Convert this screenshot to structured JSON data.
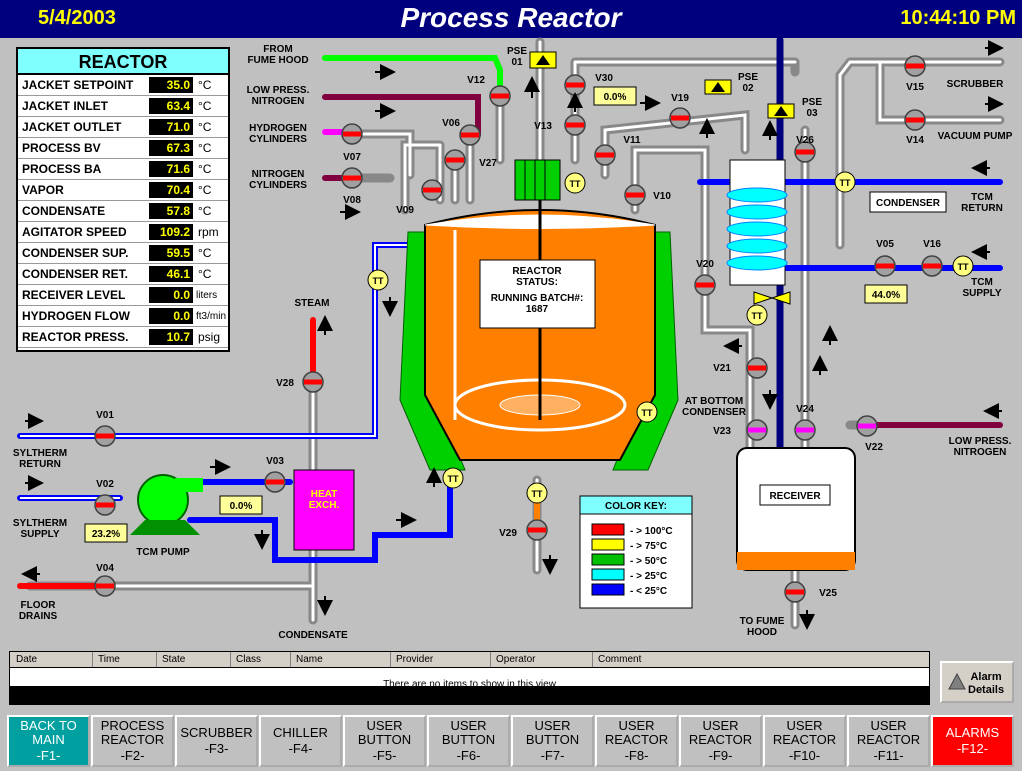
{
  "header": {
    "date": "5/4/2003",
    "title": "Process Reactor",
    "time": "10:44:10 PM"
  },
  "reactor_panel": {
    "title": "REACTOR",
    "rows": [
      {
        "label": "JACKET SETPOINT",
        "value": "35.0",
        "unit": "°C"
      },
      {
        "label": "JACKET INLET",
        "value": "63.4",
        "unit": "°C"
      },
      {
        "label": "JACKET OUTLET",
        "value": "71.0",
        "unit": "°C"
      },
      {
        "label": "PROCESS BV",
        "value": "67.3",
        "unit": "°C"
      },
      {
        "label": "PROCESS BA",
        "value": "71.6",
        "unit": "°C"
      },
      {
        "label": "VAPOR",
        "value": "70.4",
        "unit": "°C"
      },
      {
        "label": "CONDENSATE",
        "value": "57.8",
        "unit": "°C"
      },
      {
        "label": "AGITATOR SPEED",
        "value": "109.2",
        "unit": "rpm"
      },
      {
        "label": "CONDENSER SUP.",
        "value": "59.5",
        "unit": "°C"
      },
      {
        "label": "CONDENSER RET.",
        "value": "46.1",
        "unit": "°C"
      },
      {
        "label": "RECEIVER LEVEL",
        "value": "0.0",
        "unit": "liters"
      },
      {
        "label": "HYDROGEN FLOW",
        "value": "0.0",
        "unit": "ft3/min"
      },
      {
        "label": "REACTOR PRESS.",
        "value": "10.7",
        "unit": "psig"
      }
    ]
  },
  "diagram": {
    "labels": {
      "fume_hood": "FROM\nFUME HOOD",
      "low_press_nitrogen_top": "LOW PRESS.\nNITROGEN",
      "hydrogen_cylinders": "HYDROGEN\nCYLINDERS",
      "nitrogen_cylinders": "NITROGEN\nCYLINDERS",
      "steam": "STEAM",
      "syltherm_return": "SYLTHERM\nRETURN",
      "syltherm_supply": "SYLTHERM\nSUPPLY",
      "tcm_pump": "TCM PUMP",
      "floor_drains": "FLOOR\nDRAINS",
      "condensate": "CONDENSATE",
      "heat_exch": "HEAT\nEXCH.",
      "scrubber": "SCRUBBER",
      "vacuum_pump": "VACUUM PUMP",
      "condenser": "CONDENSER",
      "tcm_return": "TCM\nRETURN",
      "tcm_supply": "TCM\nSUPPLY",
      "at_bottom_condenser": "AT BOTTOM\nCONDENSER",
      "low_press_nitrogen_right": "LOW PRESS.\nNITROGEN",
      "receiver": "RECEIVER",
      "to_fume_hood": "TO FUME\nHOOD",
      "pse01": "PSE\n01",
      "pse02": "PSE\n02",
      "pse03": "PSE\n03",
      "reactor_status": "REACTOR\nSTATUS:",
      "batch": "RUNNING BATCH#:\n1687"
    },
    "readouts": {
      "v30_pct": "0.0%",
      "v05_pct": "44.0%",
      "v02_pct": "23.2%",
      "v03_pct": "0.0%"
    },
    "valves": [
      "V01",
      "V02",
      "V03",
      "V04",
      "V05",
      "V06",
      "V07",
      "V08",
      "V09",
      "V10",
      "V11",
      "V12",
      "V13",
      "V14",
      "V15",
      "V16",
      "V19",
      "V20",
      "V21",
      "V22",
      "V23",
      "V24",
      "V25",
      "V26",
      "V27",
      "V28",
      "V29",
      "V30"
    ],
    "tt_label": "TT",
    "color_key": {
      "title": "COLOR KEY:",
      "items": [
        {
          "color": "#ff0000",
          "text": "- > 100°C"
        },
        {
          "color": "#ffff00",
          "text": "- > 75°C"
        },
        {
          "color": "#00c000",
          "text": "- > 50°C"
        },
        {
          "color": "#00ffff",
          "text": "- > 25°C"
        },
        {
          "color": "#0000ff",
          "text": "- < 25°C"
        }
      ]
    }
  },
  "alarm_table": {
    "columns": [
      "Date",
      "Time",
      "State",
      "Class",
      "Name",
      "Provider",
      "Operator",
      "Comment"
    ],
    "empty_text": "There are no items to show in this view"
  },
  "alarm_details": {
    "label": "Alarm\nDetails"
  },
  "fkeys": [
    {
      "label": "BACK TO\nMAIN",
      "fn": "-F1-",
      "style": "active"
    },
    {
      "label": "PROCESS\nREACTOR",
      "fn": "-F2-",
      "style": ""
    },
    {
      "label": "SCRUBBER",
      "fn": "-F3-",
      "style": ""
    },
    {
      "label": "CHILLER",
      "fn": "-F4-",
      "style": ""
    },
    {
      "label": "USER\nBUTTON",
      "fn": "-F5-",
      "style": ""
    },
    {
      "label": "USER\nBUTTON",
      "fn": "-F6-",
      "style": ""
    },
    {
      "label": "USER\nBUTTON",
      "fn": "-F7-",
      "style": ""
    },
    {
      "label": "USER\nREACTOR",
      "fn": "-F8-",
      "style": ""
    },
    {
      "label": "USER\nREACTOR",
      "fn": "-F9-",
      "style": ""
    },
    {
      "label": "USER\nREACTOR",
      "fn": "-F10-",
      "style": ""
    },
    {
      "label": "USER\nREACTOR",
      "fn": "-F11-",
      "style": ""
    },
    {
      "label": "ALARMS",
      "fn": "-F12-",
      "style": "alarm"
    }
  ],
  "colors": {
    "header_bg": "#00007e",
    "header_text": "#ffff00",
    "orange": "#ff8000",
    "jacket_green": "#00d000",
    "cold_blue": "#0000ff"
  }
}
